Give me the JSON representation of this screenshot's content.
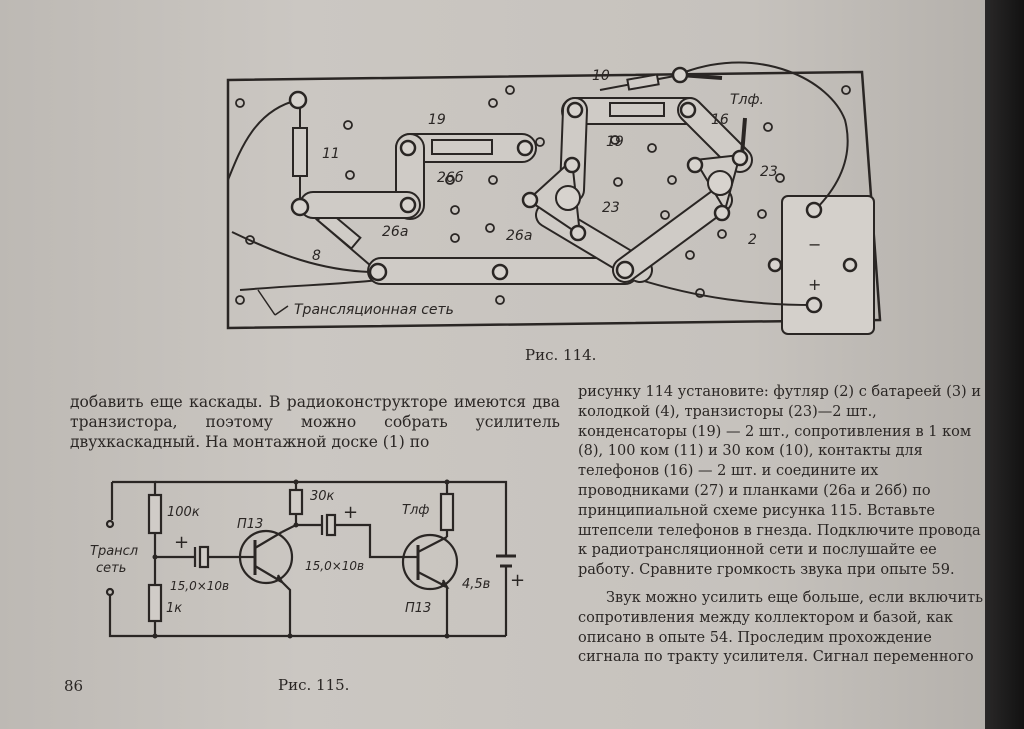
{
  "page_number": "86",
  "fig114": {
    "caption": "Рис. 114.",
    "labels": {
      "l10": "10",
      "tlf": "Тлф.",
      "l19a": "19",
      "l19b": "19",
      "l16": "16",
      "l11": "11",
      "l26b": "26б",
      "l23a": "23",
      "l23b": "23",
      "l26a1": "26а",
      "l26a2": "26а",
      "l8": "8",
      "l2": "2",
      "minus": "−",
      "plus": "+",
      "network": "Трансляционная сеть"
    }
  },
  "fig115": {
    "caption": "Рис. 115.",
    "labels": {
      "r100k": "100к",
      "r30k": "30к",
      "tlf": "Тлф",
      "p13a": "П13",
      "p13b": "П13",
      "plus1": "+",
      "plus2": "+",
      "c1": "15,0×10в",
      "c2": "15,0×10в",
      "net1": "Трансл",
      "net2": "сеть",
      "r1k": "1к",
      "batt": "4,5в",
      "bplus": "+"
    }
  },
  "text_left": "добавить еще каскады. В радиоконструкторе имеются два транзистора, поэтому можно собрать усилитель двухкаскадный. На монтажной доске (1) по",
  "text_right_1": "рисунку 114 установите: футляр (2) с батареей (3) и колодкой (4), транзисторы (23)—2 шт., конденсаторы (19) — 2 шт., сопротивления в 1 ком (8), 100 ком (11) и 30 ком (10), контакты для телефонов (16) — 2 шт. и соедините их проводниками (27) и планками (26а и 26б) по принципиальной схеме рисунка 115. Вставьте штепсели телефонов в гнезда. Подключите провода к радиотрансляционной сети и послушайте ее работу. Сравните громкость звука при опыте 59.",
  "text_right_2": "Звук можно усилить еще больше, если включить сопротивления между коллектором и базой, как описано в опыте 54. Проследим прохождение сигнала по тракту усилителя. Сигнал переменного"
}
